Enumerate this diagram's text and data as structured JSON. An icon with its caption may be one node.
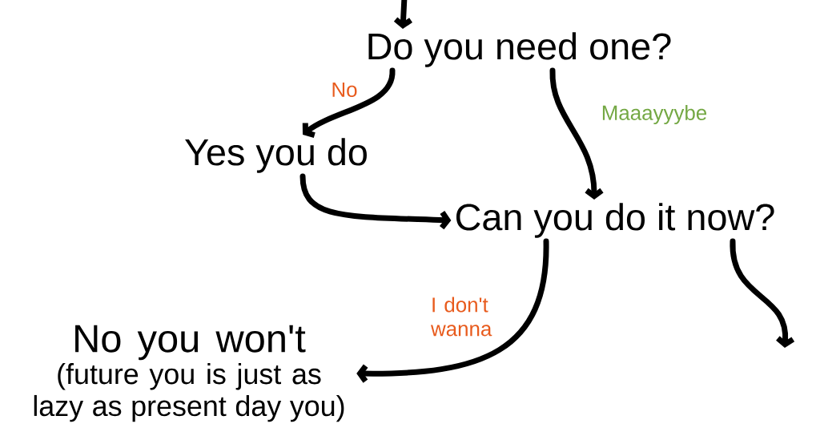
{
  "diagram": {
    "nodes": [
      {
        "text": [
          "Do you need one?"
        ]
      },
      {
        "text": [
          "Yes you do"
        ]
      },
      {
        "text": [
          "Can you do it now?"
        ]
      },
      {
        "text": [
          "No you won't",
          "(future you is just as lazy as present day you)"
        ]
      }
    ],
    "edges": [
      {
        "from": null,
        "to": 0,
        "arrow": "to"
      },
      {
        "from": 0,
        "to": 1,
        "arrow": "to",
        "label": "No"
      },
      {
        "from": 0,
        "to": 2,
        "arrow": "to",
        "label": "Maaayyybe"
      },
      {
        "from": 1,
        "to": 2,
        "arrow": "to"
      },
      {
        "from": 2,
        "to": 3,
        "arrow": "to",
        "label": "I don't wanna"
      },
      {
        "from": 2,
        "to": null,
        "arrow": "to"
      }
    ]
  }
}
